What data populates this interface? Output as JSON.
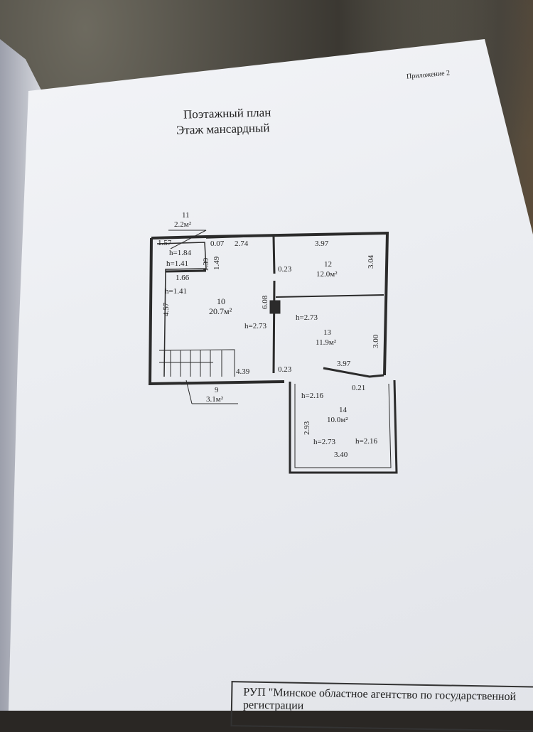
{
  "header": {
    "appendix": "Приложение 2",
    "title_line1": "Поэтажный план",
    "title_line2": "Этаж мансардный"
  },
  "rooms": [
    {
      "number": "11",
      "area": "2.2м²"
    },
    {
      "number": "10",
      "area": "20.7м²"
    },
    {
      "number": "12",
      "area": "12.0м²"
    },
    {
      "number": "13",
      "area": "11.9м²"
    },
    {
      "number": "9",
      "area": "3.1м²"
    },
    {
      "number": "14",
      "area": "10.0м²"
    }
  ],
  "dimensions": {
    "d1_57": "1.57",
    "h184": "h=1.84",
    "d0_07": "0.07",
    "d2_74": "2.74",
    "d3_97a": "3.97",
    "d1_39": "1.39",
    "d1_49": "1.49",
    "h141a": "h=1.41",
    "d1_66": "1.66",
    "h141b": "h=1.41",
    "d0_23a": "0.23",
    "d3_04": "3.04",
    "d6_08": "6.08",
    "d4_57": "4.57",
    "h273a": "h=2.73",
    "h273b": "h=2.73",
    "d3_00": "3.00",
    "d4_39": "4.39",
    "d0_23b": "0.23",
    "d3_97b": "3.97",
    "d0_21": "0.21",
    "h216a": "h=2.16",
    "d2_93": "2.93",
    "h273c": "h=2.73",
    "h216b": "h=2.16",
    "d3_40": "3.40"
  },
  "footer": {
    "organization": "РУП \"Минское областное агентство по государственной регистрации"
  }
}
